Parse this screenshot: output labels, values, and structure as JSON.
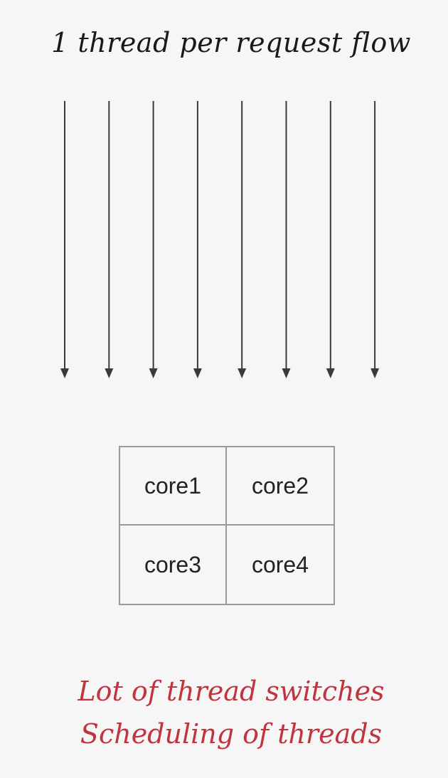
{
  "title": "1 thread per request flow",
  "arrows": {
    "count": 8,
    "color": "#3a3a3a"
  },
  "cores": [
    "core1",
    "core2",
    "core3",
    "core4"
  ],
  "notes": [
    "Lot of thread switches",
    "Scheduling of threads"
  ],
  "colors": {
    "background": "#f6f6f6",
    "note_text": "#c0333f",
    "grid_border": "#9a9a9a"
  }
}
